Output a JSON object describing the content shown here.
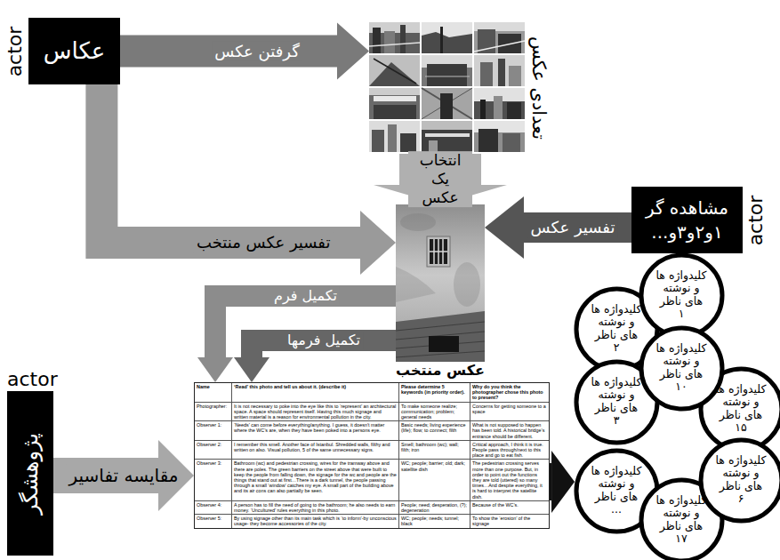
{
  "diagram": {
    "nodes": [
      {
        "text": [
          "actor",
          "عکاس"
        ]
      },
      {
        "text": [
          "تعدادی عکس"
        ]
      },
      {
        "text": [
          "عکس منتخب"
        ]
      },
      {
        "text": [
          "مشاهده گر ۱و۲و۳و...",
          "actor"
        ]
      },
      {
        "text": [
          "actor",
          "پژوهشگر"
        ]
      },
      {
        "text": [
          "Name",
          "‘Read’ this photo and tell us about it. (describe it)",
          "Please determine 5 keywords (in priority order).",
          "Why do you think the photographer chose this photo to present?",
          "Photographer:",
          "It is not necessary to poke into the eye like this to ‘represent’ an architectural space. A space should represent itself. Having this much signage and written material is a reason for environmental pollution in the city.",
          "To make someone realize; communication; problem; general needs",
          "Concerns for getting someone to a space",
          "Observer 1:",
          "‘Needs’ can come before everything/anything. I guess, it doesn’t matter where the WC’s are, when they have been poked into a persons eye.",
          "Basic needs; living experience (life); flow; to connect; filth",
          "What is not supposed to happen has been told. A historical bridge’s entrance should be different.",
          "Observer 2:",
          "I remember this smell. Another face of Istanbul. Shredded walls, filthy and written on also. Visual pollution, 5 of the same unnecessary signs.",
          "Smell; bathroom (wc); wall; filth; iron",
          "Critical approach, I think it is true. People pass through/next to this place and go to eat fish.",
          "Observer 3:",
          "Bathroom (wc) and pedestrian crossing, wires for the tramway above and there are poles. The green barriers on the street above that were built to keep the people from falling down, the signage for the wc and people are the things that stand out at first…There is a dark tunnel, the people passing through a small ‘window’ catches my eye. A small part of the building above and its air cons can also partially be seen.",
          "WC; people; barrier; old; dark; satellite dish",
          "The pedestrian crossing serves more than one purpose. But, in order to point out the functions they are told (uttered) so many times…And despite everything, it is hard to interpret the satellite dish.",
          "Observer 4:",
          "A person has to fill the need of going to the bathroom; he also needs to earn money. ‘Uncultured’ rules everything in this photo.",
          "People; need; desperation, (?); degeneration",
          "Because of the WC’s.",
          "Observer 5:",
          "By using signage other than its main task which is ‘to inform’-by unconscious usage- they become accessories of the city.",
          "WC; people; needs; tunnel; black",
          "To show the ‘erosion’ of the signage"
        ]
      },
      {
        "text": [
          "کلیدواژه ها و نوشته های ناظر ۲"
        ]
      },
      {
        "text": [
          "کلیدواژه ها و نوشته های ناظر ۱"
        ]
      },
      {
        "text": [
          "کلیدواژه ها و نوشته های ناظر ۱۵"
        ]
      },
      {
        "text": [
          "کلیدواژه ها و نوشته های ناظر ۳"
        ]
      },
      {
        "text": [
          "کلیدواژه ها و نوشته های ناظر ۱۰"
        ]
      },
      {
        "text": [
          "کلیدواژه ها و نوشته های ناظر ..."
        ]
      },
      {
        "text": [
          "کلیدواژه ها و نوشته های ناظر ۱۷"
        ]
      },
      {
        "text": [
          "کلیدواژه ها و نوشته های ناظر ۶"
        ]
      }
    ],
    "edges": [
      {
        "from": 0,
        "to": 1,
        "arrow": "to",
        "label": "گرفتن عکس"
      },
      {
        "from": 1,
        "to": 2,
        "arrow": "to",
        "label": "انتخاب یک عکس"
      },
      {
        "from": 0,
        "to": 2,
        "arrow": "to",
        "label": "تفسیر عکس منتخب"
      },
      {
        "from": 3,
        "to": 2,
        "arrow": "to",
        "label": "تفسیر عکس"
      },
      {
        "from": 2,
        "to": 5,
        "arrow": "to",
        "label": "تکمیل فرم"
      },
      {
        "from": 2,
        "to": 5,
        "arrow": "to",
        "label": "تکمیل فرمها"
      },
      {
        "from": 4,
        "to": 5,
        "arrow": "to",
        "label": "مقایسه تفاسیر"
      },
      {
        "from": 5,
        "to": 11,
        "arrow": "to"
      }
    ]
  }
}
